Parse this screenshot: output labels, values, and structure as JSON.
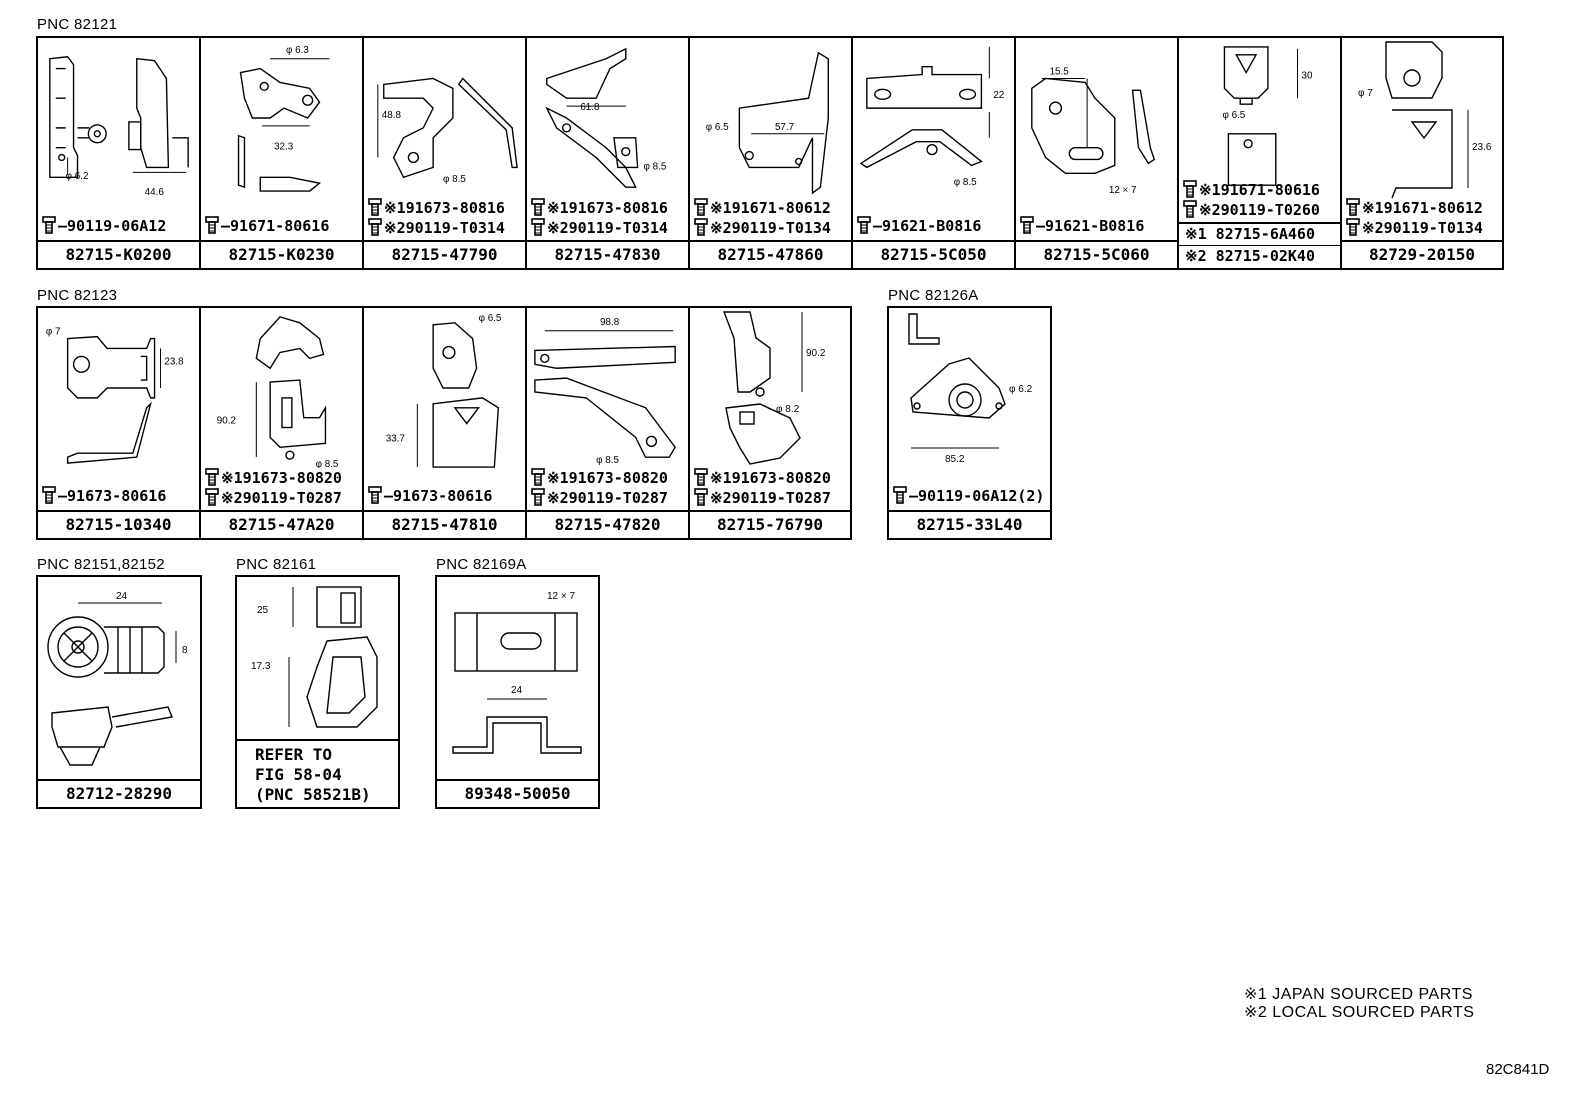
{
  "pnc_labels": {
    "g1": "PNC 82121",
    "g2": "PNC 82123",
    "g3": "PNC 82126A",
    "g4": "PNC 82151,82152",
    "g5": "PNC 82161",
    "g6": "PNC 82169A"
  },
  "row1": [
    {
      "part": "82715-K0200",
      "bolt": "90119-06A12",
      "dims": [
        "φ 6.2",
        "44.6"
      ]
    },
    {
      "part": "82715-K0230",
      "bolt": "91671-80616",
      "dims": [
        "φ 6.3",
        "32.3"
      ]
    },
    {
      "part": "82715-47790",
      "bolt1": "※191673-80816",
      "bolt2": "※290119-T0314",
      "dims": [
        "48.8",
        "φ 8.5"
      ]
    },
    {
      "part": "82715-47830",
      "bolt1": "※191673-80816",
      "bolt2": "※290119-T0314",
      "dims": [
        "61.8",
        "φ 8.5"
      ]
    },
    {
      "part": "82715-47860",
      "bolt1": "※191671-80612",
      "bolt2": "※290119-T0134",
      "dims": [
        "φ 6.5",
        "57.7"
      ]
    },
    {
      "part": "82715-5C050",
      "bolt": "91621-B0816",
      "dims": [
        "22",
        "φ 8.5"
      ]
    },
    {
      "part": "82715-5C060",
      "bolt": "91621-B0816",
      "dims": [
        "15.5",
        "12 × 7"
      ]
    },
    {
      "part1": "※1 82715-6A460",
      "part2": "※2 82715-02K40",
      "bolt1": "※191671-80616",
      "bolt2": "※290119-T0260",
      "dims": [
        "30",
        "φ 6.5"
      ]
    },
    {
      "part": "82729-20150",
      "bolt1": "※191671-80612",
      "bolt2": "※290119-T0134",
      "dims": [
        "φ 7",
        "23.6"
      ]
    }
  ],
  "row2": [
    {
      "part": "82715-10340",
      "bolt": "91673-80616",
      "dims": [
        "φ 7",
        "23.8"
      ]
    },
    {
      "part": "82715-47A20",
      "bolt1": "※191673-80820",
      "bolt2": "※290119-T0287",
      "dims": [
        "90.2",
        "φ 8.5"
      ]
    },
    {
      "part": "82715-47810",
      "bolt": "91673-80616",
      "dims": [
        "φ 6.5",
        "33.7"
      ]
    },
    {
      "part": "82715-47820",
      "bolt1": "※191673-80820",
      "bolt2": "※290119-T0287",
      "dims": [
        "98.8",
        "φ 8.5"
      ]
    },
    {
      "part": "82715-76790",
      "bolt1": "※191673-80820",
      "bolt2": "※290119-T0287",
      "dims": [
        "90.2",
        "φ 8.2"
      ]
    }
  ],
  "g3": {
    "part": "82715-33L40",
    "bolt": "90119-06A12(2)",
    "dims": [
      "φ 6.2",
      "85.2"
    ]
  },
  "g4": {
    "part": "82712-28290",
    "dims": [
      "24",
      "8"
    ]
  },
  "g5": {
    "refer1": "REFER TO",
    "refer2": "FIG 58-04",
    "refer3": "(PNC 58521B)",
    "dims": [
      "25",
      "17.3"
    ]
  },
  "g6": {
    "part": "89348-50050",
    "dims": [
      "12 × 7",
      "24"
    ]
  },
  "legend": {
    "l1": "※1 JAPAN SOURCED PARTS",
    "l2": "※2 LOCAL SOURCED PARTS"
  },
  "diagram_code": "82C841D"
}
